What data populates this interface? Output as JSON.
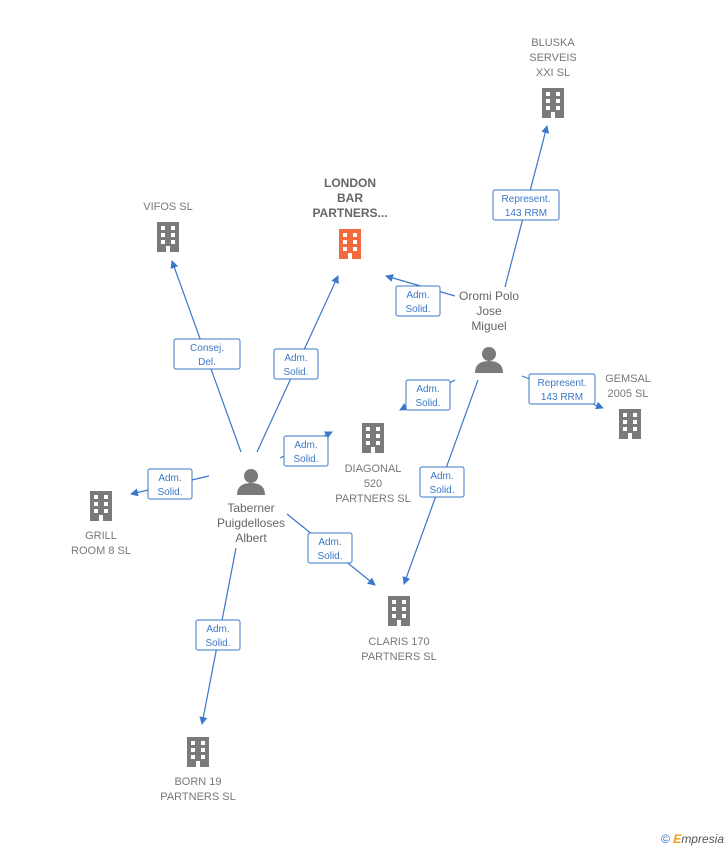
{
  "colors": {
    "edge": "#3b78c9",
    "company": "#7a7a7a",
    "company_highlight": "#f26a3d",
    "person": "#7a7a7a"
  },
  "companies": [
    {
      "id": "london",
      "lines": [
        "LONDON",
        "BAR",
        "PARTNERS..."
      ],
      "highlight": true
    },
    {
      "id": "vifos",
      "lines": [
        "VIFOS SL"
      ],
      "highlight": false
    },
    {
      "id": "bluska",
      "lines": [
        "BLUSKA",
        "SERVEIS",
        "XXI SL"
      ],
      "highlight": false
    },
    {
      "id": "gemsal",
      "lines": [
        "GEMSAL",
        "2005 SL"
      ],
      "highlight": false
    },
    {
      "id": "diagonal",
      "lines": [
        "DIAGONAL",
        "520",
        "PARTNERS  SL"
      ],
      "highlight": false
    },
    {
      "id": "grill",
      "lines": [
        "GRILL",
        "ROOM 8  SL"
      ],
      "highlight": false
    },
    {
      "id": "claris",
      "lines": [
        "CLARIS 170",
        "PARTNERS  SL"
      ],
      "highlight": false
    },
    {
      "id": "born",
      "lines": [
        "BORN 19",
        "PARTNERS  SL"
      ],
      "highlight": false
    }
  ],
  "persons": [
    {
      "id": "oromi",
      "lines": [
        "Oromi Polo",
        "Jose",
        "Miguel"
      ]
    },
    {
      "id": "taberner",
      "lines": [
        "Taberner",
        "Puigdelloses",
        "Albert"
      ]
    }
  ],
  "edges": [
    {
      "id": "e1",
      "from": "oromi",
      "to": "bluska",
      "lines": [
        "Represent.",
        "143 RRM"
      ]
    },
    {
      "id": "e2",
      "from": "oromi",
      "to": "london",
      "lines": [
        "Adm.",
        "Solid."
      ]
    },
    {
      "id": "e3",
      "from": "oromi",
      "to": "gemsal",
      "lines": [
        "Represent.",
        "143 RRM"
      ]
    },
    {
      "id": "e4",
      "from": "oromi",
      "to": "diagonal",
      "lines": [
        "Adm.",
        "Solid."
      ]
    },
    {
      "id": "e5",
      "from": "oromi",
      "to": "claris",
      "lines": [
        "Adm.",
        "Solid."
      ]
    },
    {
      "id": "e6",
      "from": "taberner",
      "to": "vifos",
      "lines": [
        "Consej.",
        "Del."
      ]
    },
    {
      "id": "e7",
      "from": "taberner",
      "to": "london",
      "lines": [
        "Adm.",
        "Solid."
      ]
    },
    {
      "id": "e8",
      "from": "taberner",
      "to": "diagonal",
      "lines": [
        "Adm.",
        "Solid."
      ]
    },
    {
      "id": "e9",
      "from": "taberner",
      "to": "grill",
      "lines": [
        "Adm.",
        "Solid."
      ]
    },
    {
      "id": "e10",
      "from": "taberner",
      "to": "claris",
      "lines": [
        "Adm.",
        "Solid."
      ]
    },
    {
      "id": "e11",
      "from": "taberner",
      "to": "born",
      "lines": [
        "Adm.",
        "Solid."
      ]
    }
  ],
  "footer": {
    "copyright": "©",
    "brand_initial": "E",
    "brand_rest": "mpresia"
  }
}
